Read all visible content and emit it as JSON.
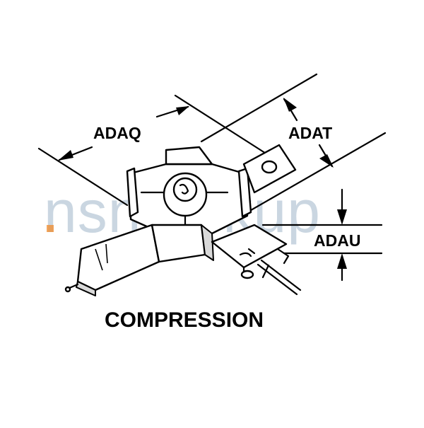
{
  "dimensions": {
    "adaq": "ADAQ",
    "adat": "ADAT",
    "adau": "ADAU"
  },
  "caption": "COMPRESSION",
  "watermark": "nsnlookup",
  "colors": {
    "line": "#000000",
    "watermark": "#9fb6c9",
    "watermark_accent": "#f08a2a"
  }
}
